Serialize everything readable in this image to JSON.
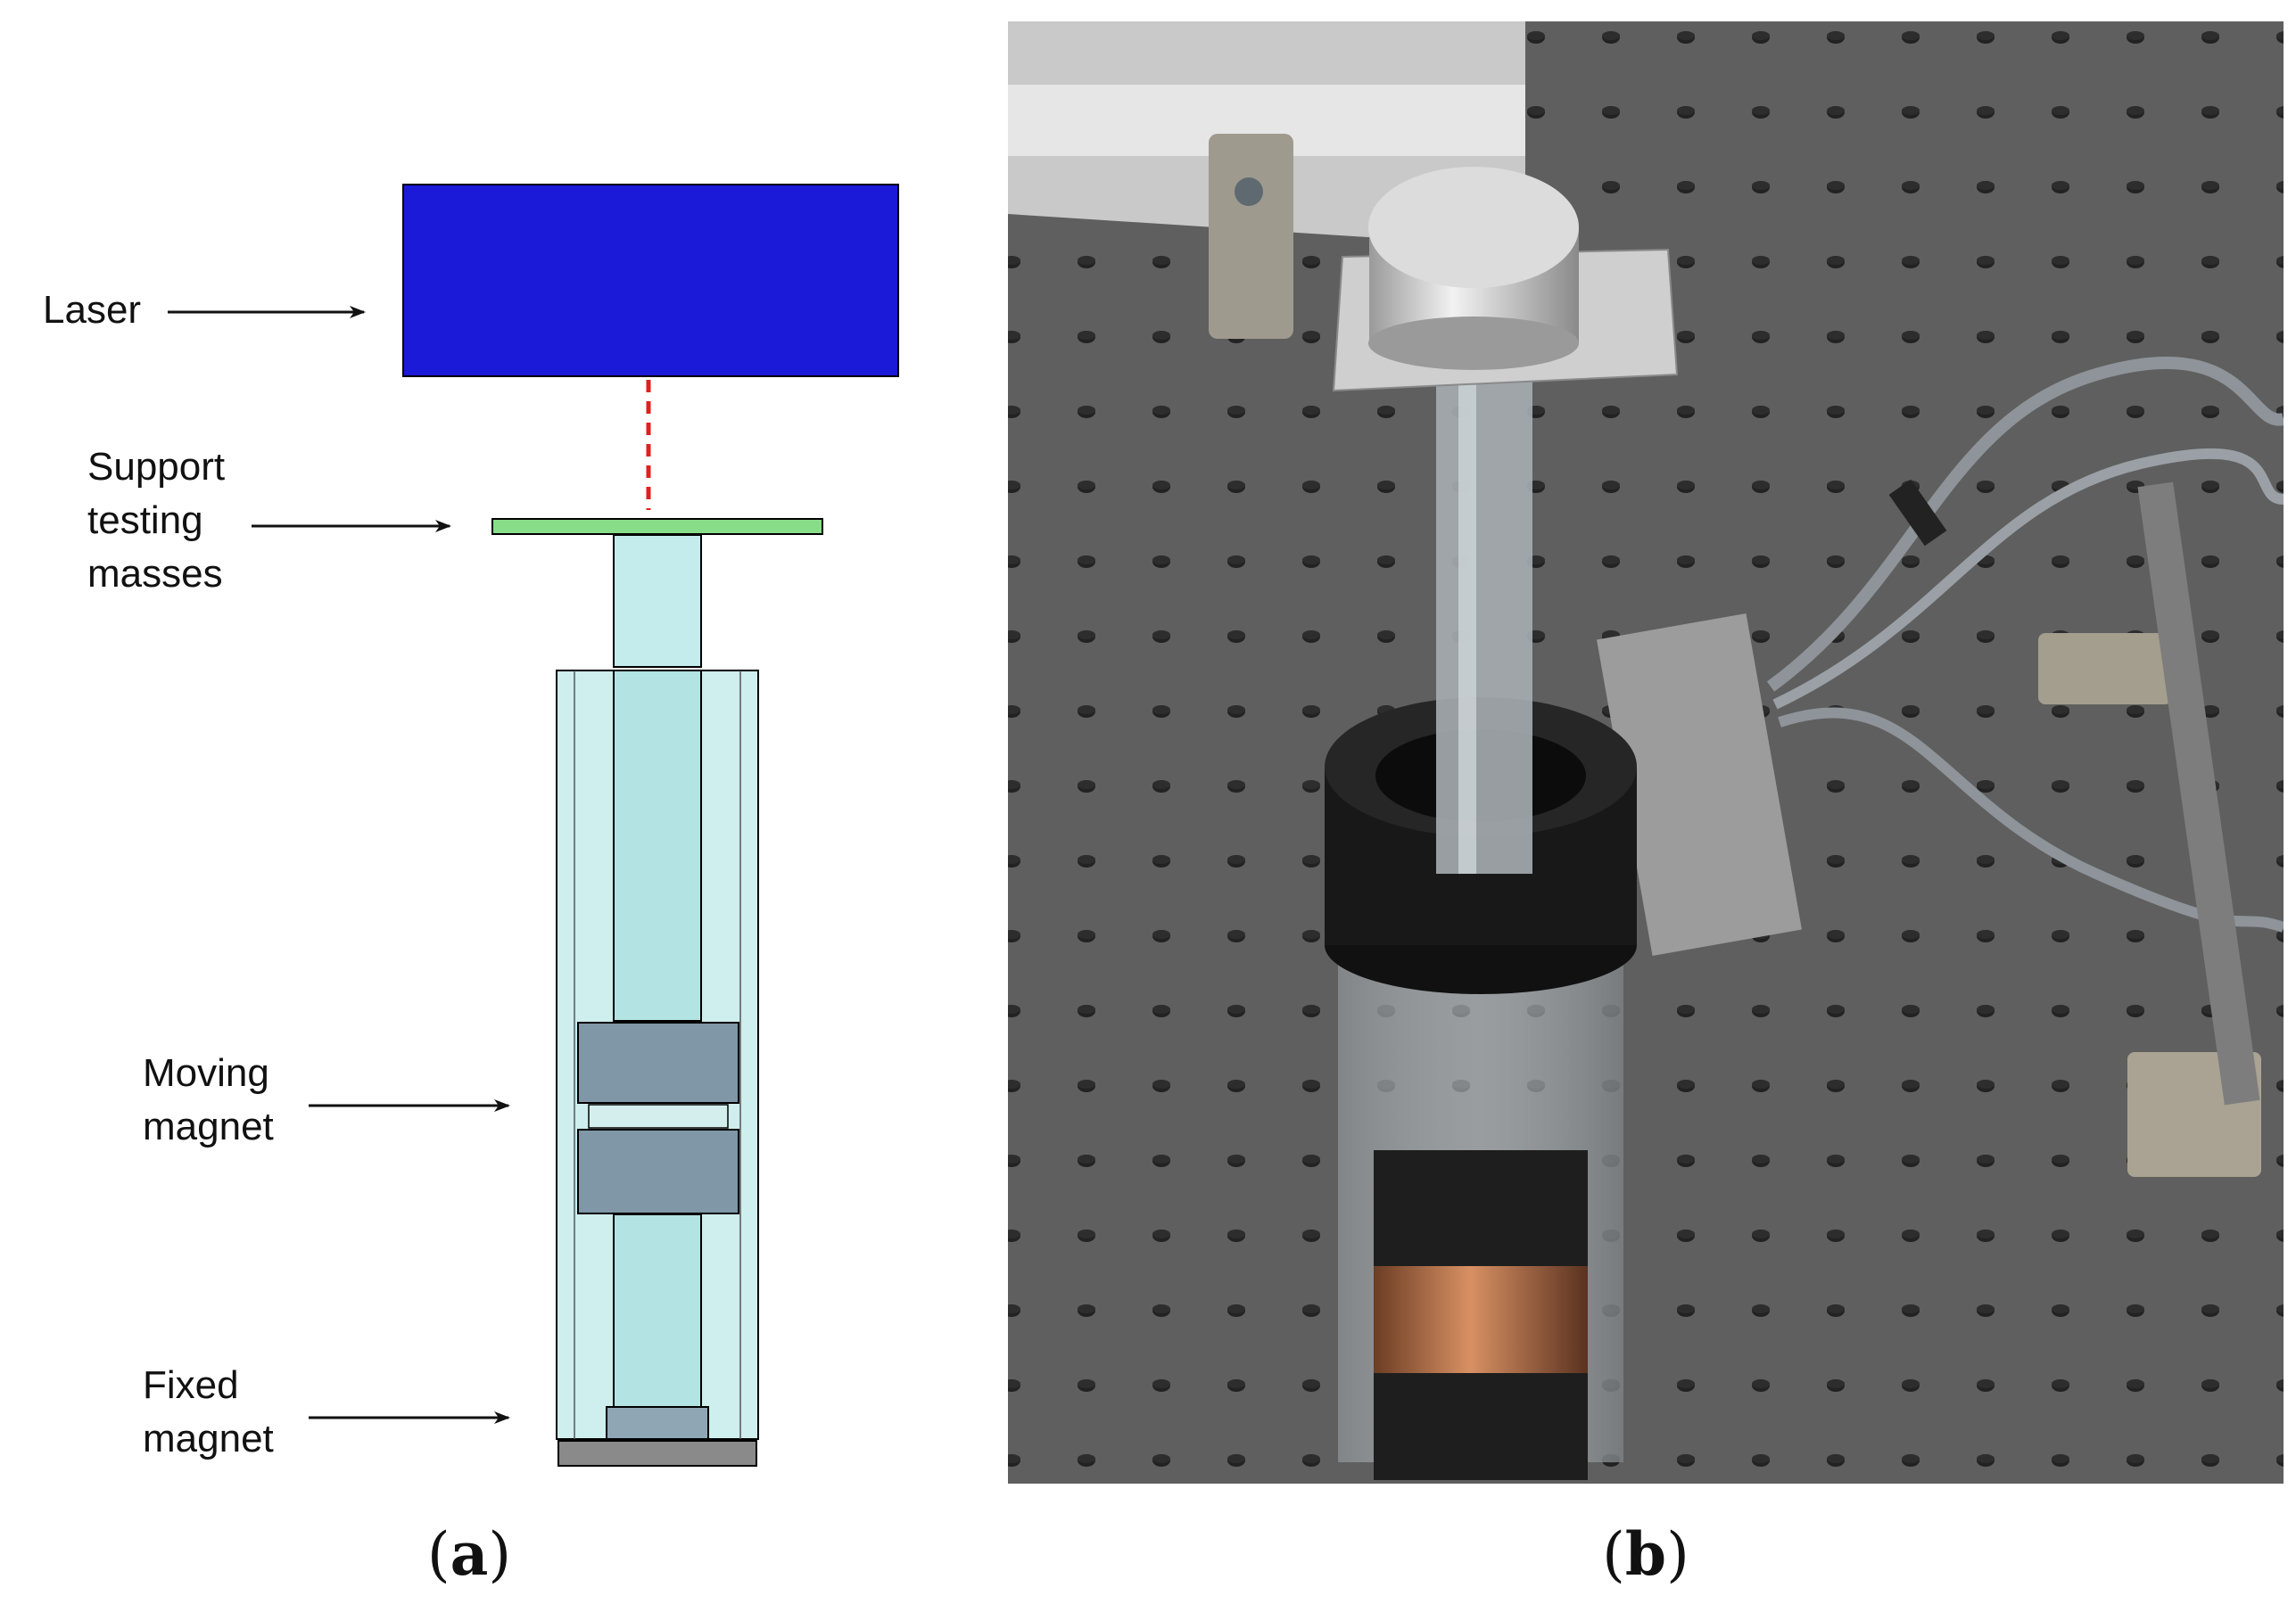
{
  "panel_a": {
    "labels": {
      "laser": "Laser",
      "support_line1": "Support",
      "support_line2": "testing",
      "support_line3": "masses",
      "moving_line1": "Moving",
      "moving_line2": "magnet",
      "fixed_line1": "Fixed",
      "fixed_line2": "magnet"
    },
    "caption": {
      "open": "(",
      "letter": "a",
      "close": ")"
    }
  },
  "panel_b": {
    "caption": {
      "open": "(",
      "letter": "b",
      "close": ")"
    }
  },
  "colors": {
    "laser_body": "#1a1ad8",
    "laser_beam": "#e02020",
    "support_plate": "#88dd88",
    "tube_fill": "#c4ecec",
    "magnet_fill": "#7f97a7",
    "base_plate": "#8a8a8a",
    "breadboard": "#5c5c5c",
    "coil_copper": "#c47a4a"
  }
}
